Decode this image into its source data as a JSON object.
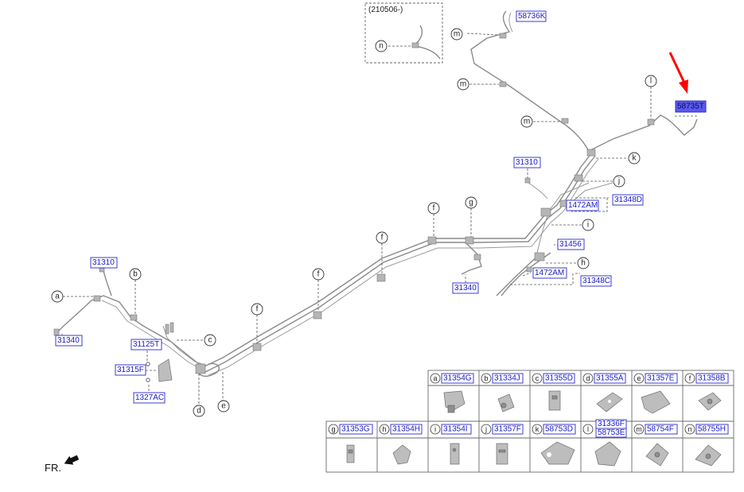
{
  "inset": {
    "label": "(210506-)",
    "callout": "n"
  },
  "fr_label": "FR.",
  "callouts": {
    "a": "a",
    "b": "b",
    "c": "c",
    "d": "d",
    "e": "e",
    "f": "f",
    "g": "g",
    "h": "h",
    "i": "i",
    "j": "j",
    "k": "k",
    "l": "l",
    "m": "m"
  },
  "part_numbers": {
    "p58736K": "58736K",
    "p58735T": "58735T",
    "p31310_right": "31310",
    "p31310_left": "31310",
    "p1472AM_top": "1472AM",
    "p31348D": "31348D",
    "p31456": "31456",
    "p1472AM_bottom": "1472AM",
    "p31348C": "31348C",
    "p31340_mid": "31340",
    "p31340_left": "31340",
    "p31125T": "31125T",
    "p31315F": "31315F",
    "p1327AC": "1327AC"
  },
  "table": {
    "row1": [
      {
        "letter": "a",
        "part": "31354G"
      },
      {
        "letter": "b",
        "part": "31334J"
      },
      {
        "letter": "c",
        "part": "31355D"
      },
      {
        "letter": "d",
        "part": "31355A"
      },
      {
        "letter": "e",
        "part": "31357E"
      },
      {
        "letter": "f",
        "part": "31358B"
      }
    ],
    "row2": [
      {
        "letter": "g",
        "part": "31353G"
      },
      {
        "letter": "h",
        "part": "31354H"
      },
      {
        "letter": "i",
        "part": "31354I"
      },
      {
        "letter": "j",
        "part": "31357F"
      },
      {
        "letter": "k",
        "part": "58753D"
      },
      {
        "letter": "l",
        "part": "31336F",
        "part2": "58753E"
      },
      {
        "letter": "m",
        "part": "58754F"
      },
      {
        "letter": "n",
        "part": "58755H"
      }
    ]
  },
  "highlight_color": "#5a5af0",
  "arrow_color": "#ff0000"
}
